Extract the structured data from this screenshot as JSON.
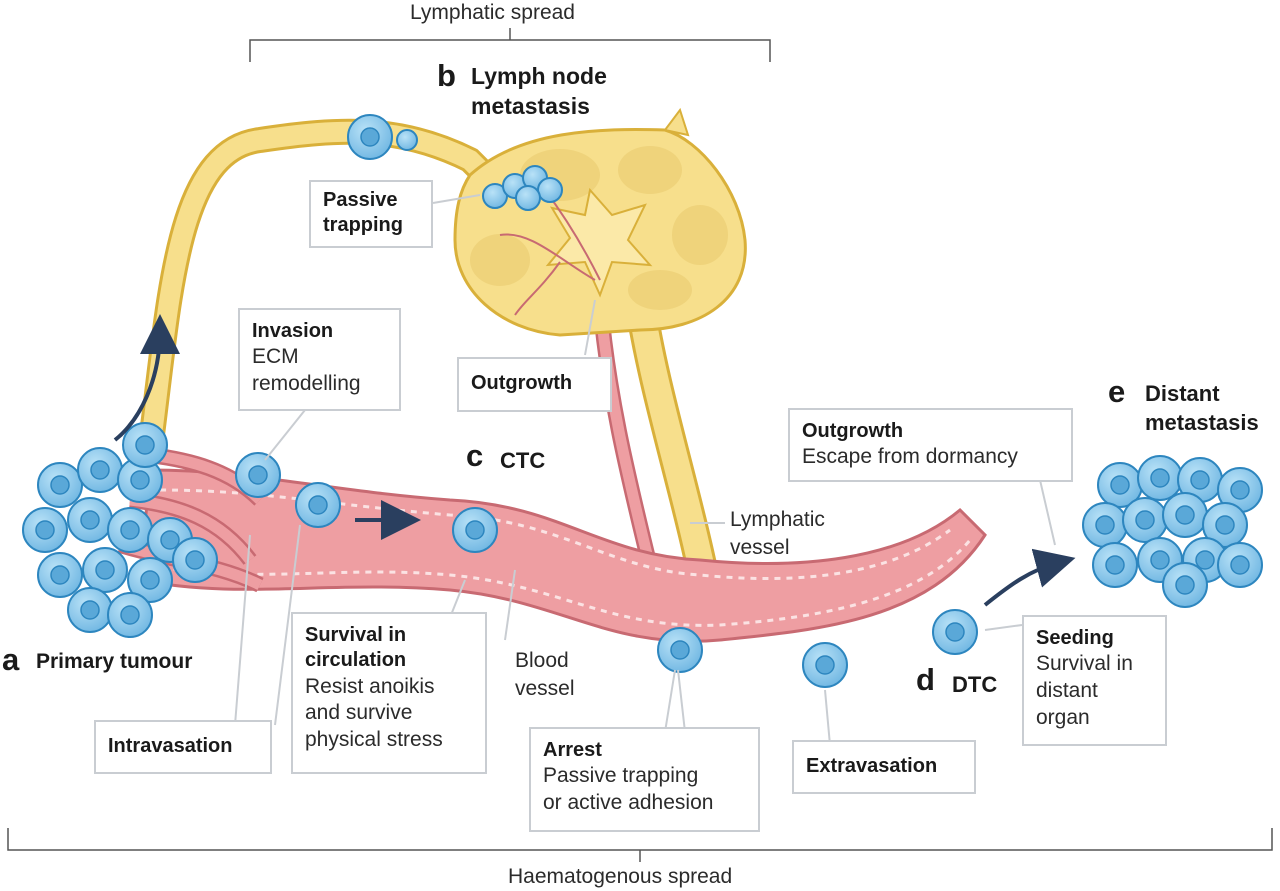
{
  "brackets": {
    "top": "Lymphatic spread",
    "bottom": "Haematogenous spread"
  },
  "stages": {
    "a": {
      "letter": "a",
      "title": "Primary tumour"
    },
    "b": {
      "letter": "b",
      "title_line1": "Lymph node",
      "title_line2": "metastasis"
    },
    "c": {
      "letter": "c",
      "title": "CTC"
    },
    "d": {
      "letter": "d",
      "title": "DTC"
    },
    "e": {
      "letter": "e",
      "title_line1": "Distant",
      "title_line2": "metastasis"
    }
  },
  "boxes": {
    "passive_trapping": {
      "line1": "Passive",
      "line2": "trapping"
    },
    "invasion": {
      "title": "Invasion",
      "line1": "ECM",
      "line2": "remodelling"
    },
    "outgrowth_node": {
      "title": "Outgrowth"
    },
    "outgrowth_distant": {
      "title": "Outgrowth",
      "line1": "Escape from dormancy"
    },
    "intravasation": {
      "title": "Intravasation"
    },
    "survival": {
      "title1": "Survival in",
      "title2": "circulation",
      "line1": "Resist anoikis",
      "line2": "and survive",
      "line3": "physical stress"
    },
    "arrest": {
      "title": "Arrest",
      "line1": "Passive trapping",
      "line2": "or active adhesion"
    },
    "extravasation": {
      "title": "Extravasation"
    },
    "seeding": {
      "title": "Seeding",
      "line1": "Survival in",
      "line2": "distant",
      "line3": "organ"
    }
  },
  "labels": {
    "lymphatic_vessel": {
      "line1": "Lymphatic",
      "line2": "vessel"
    },
    "blood_vessel": {
      "line1": "Blood",
      "line2": "vessel"
    }
  },
  "colors": {
    "tumour_cell": "#7ec3ea",
    "tumour_cell_outline": "#2d86bf",
    "blood_vessel": "#ee9ea2",
    "blood_vessel_outline": "#c86a72",
    "lymph": "#f7df8c",
    "lymph_outline": "#d9b03a",
    "arrow": "#2a3f5f",
    "box_border": "#c9cdd2"
  }
}
